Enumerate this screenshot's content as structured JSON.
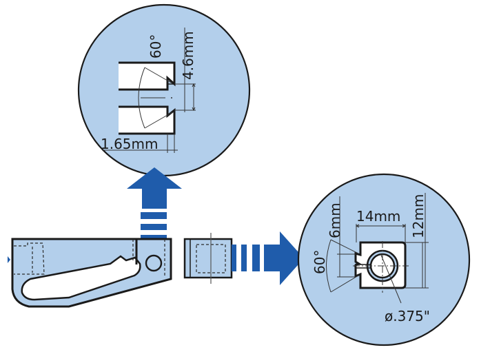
{
  "colors": {
    "fill_light_blue": "#b3cfeb",
    "arrow_blue": "#1f5cab",
    "line": "#1a1a1a",
    "background": "#ffffff"
  },
  "top_detail": {
    "title": "slot-detail",
    "angle_label": "60°",
    "height_label": "4.6mm",
    "width_label": "1.65mm"
  },
  "right_detail": {
    "title": "hole-detail",
    "angle_label": "60°",
    "slot_label": "6mm",
    "width_label": "14mm",
    "height_label": "12mm",
    "diameter_label": "ø.375\""
  },
  "arrows": [
    {
      "name": "up-arrow",
      "direction": "up"
    },
    {
      "name": "right-arrow",
      "direction": "right"
    }
  ]
}
